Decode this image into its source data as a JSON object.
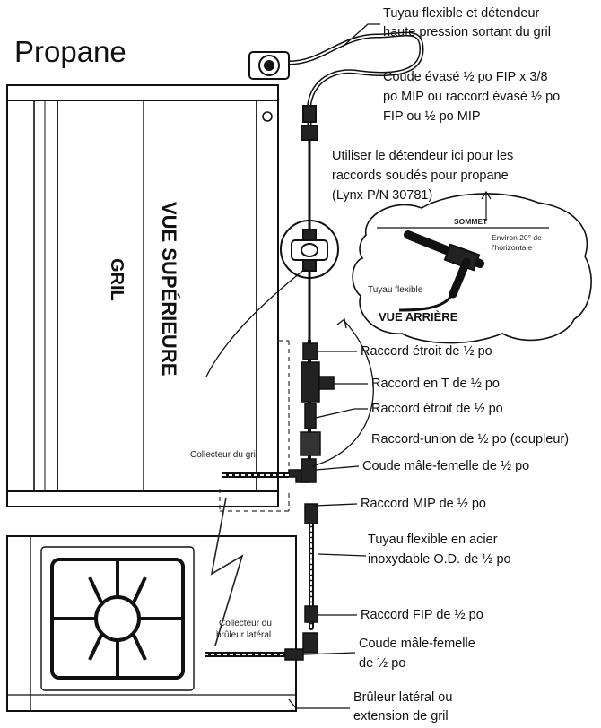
{
  "title": "Propane",
  "labels": {
    "hose_regulator": [
      "Tuyau flexible et détendeur",
      "haute pression sortant du gril"
    ],
    "flare_elbow": [
      "Coude évasé ½ po FIP x 3/8",
      "po MIP ou raccord évasé ½ po",
      "FIP ou ½ po MIP"
    ],
    "use_regulator": [
      "Utiliser le détendeur ici pour les",
      "raccords soudés pour propane",
      "(Lynx P/N 30781)"
    ],
    "narrow_1": "Raccord étroit de ½ po",
    "tee": "Raccord en T de ½ po",
    "narrow_2": "Raccord étroit de ½ po",
    "union": "Raccord-union de ½ po (coupleur)",
    "elbow_1": "Coude mâle-femelle de ½ po",
    "mip": "Raccord MIP de ½ po",
    "steel_hose": [
      "Tuyau flexible en acier",
      "inoxydable O.D. de ½ po"
    ],
    "fip": "Raccord FIP de ½ po",
    "elbow_2": [
      "Coude mâle-femelle",
      "de ½ po"
    ],
    "side_burner": [
      "Brûleur latéral ou",
      "extension de gril"
    ]
  },
  "grill": {
    "top_view": "VUE SUPÉRIEURE",
    "name": "GRIL",
    "manifold": "Collecteur du gril",
    "side_manifold": [
      "Collecteur du",
      "brûleur latéral"
    ]
  },
  "inset": {
    "top": "SOMMET",
    "angle": [
      "Environ 20° de",
      "l'horizontale"
    ],
    "hose": "Tuyau flexible",
    "rear_view": "VUE ARRIÈRE"
  }
}
